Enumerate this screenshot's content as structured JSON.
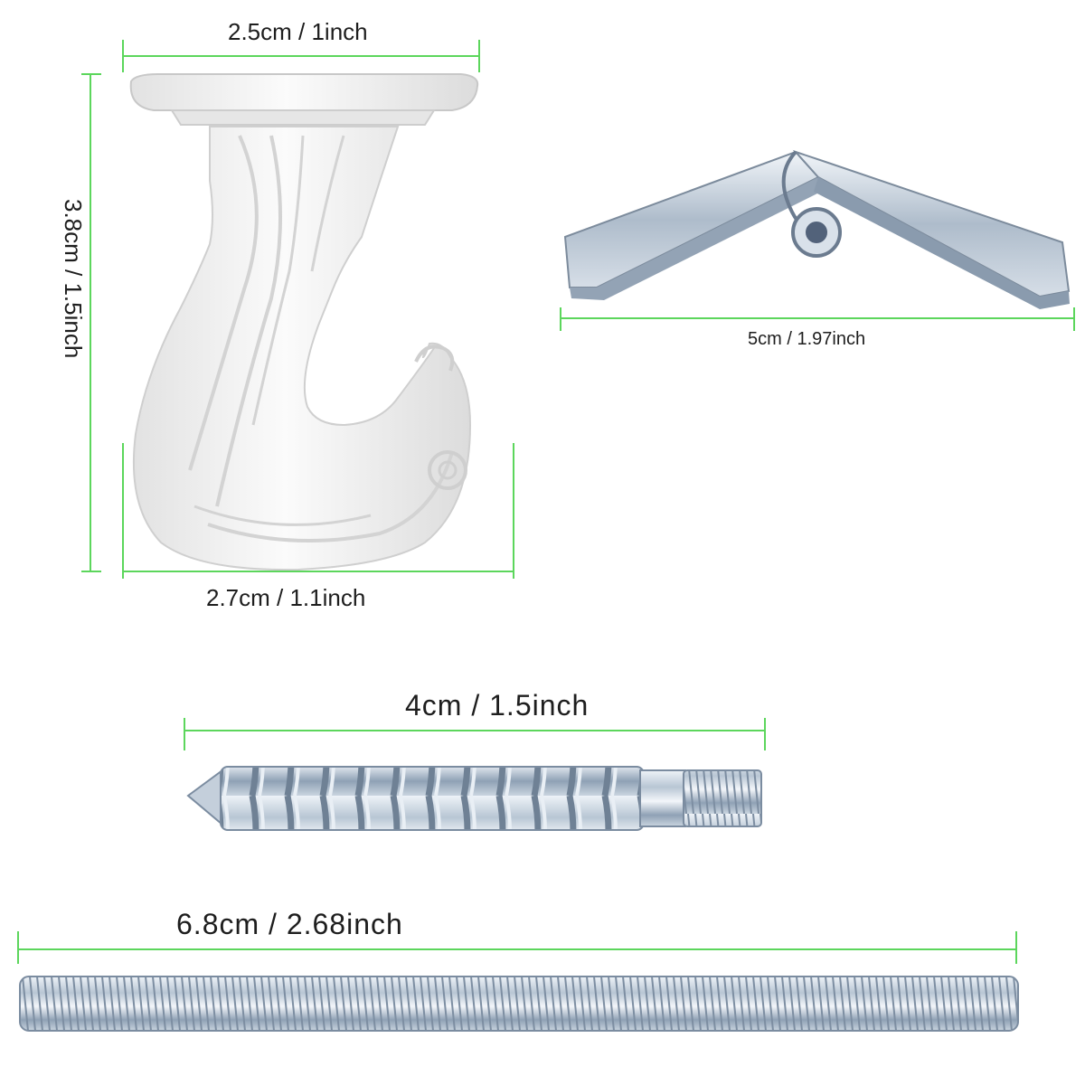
{
  "dimensions": {
    "hook_top_width": "2.5cm / 1inch",
    "hook_height": "3.8cm / 1.5inch",
    "hook_bottom_width": "2.7cm / 1.1inch",
    "toggle_wing_width": "5cm / 1.97inch",
    "hanger_bolt_length": "4cm / 1.5inch",
    "threaded_rod_length": "6.8cm / 2.68inch"
  },
  "colors": {
    "measure_line": "#5cd65c",
    "hook_white": "#f4f4f4",
    "metal_light": "#dfe6ee",
    "metal_mid": "#9fb0c2",
    "metal_dark": "#6d7f93",
    "label_text": "#1e1e1e"
  }
}
